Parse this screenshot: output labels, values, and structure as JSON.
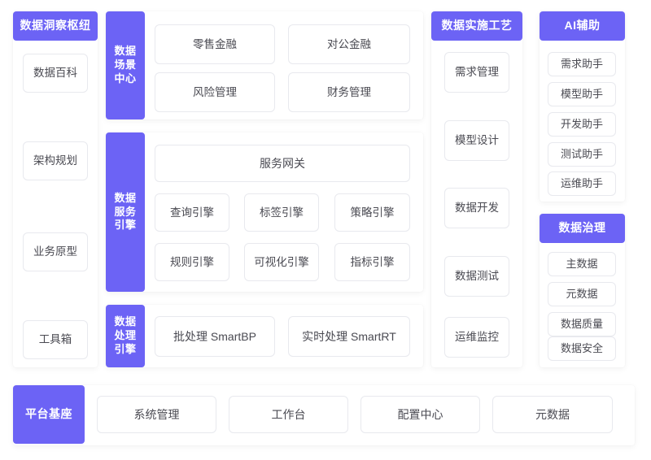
{
  "theme": {
    "accent": "#6c63f5",
    "card_bg": "#ffffff",
    "card_border": "#e8e9ee",
    "card_text": "#4a4a52",
    "page_bg": "#ffffff"
  },
  "sections": {
    "insight_hub": {
      "title": "数据洞察枢纽",
      "items": [
        {
          "label": "数据百科"
        },
        {
          "label": "架构规划"
        },
        {
          "label": "业务原型"
        },
        {
          "label": "工具箱"
        }
      ]
    },
    "scene_center": {
      "title": "数据场景中心",
      "items": [
        {
          "label": "零售金融"
        },
        {
          "label": "对公金融"
        },
        {
          "label": "风险管理"
        },
        {
          "label": "财务管理"
        }
      ]
    },
    "service_engine": {
      "title": "数据服务引擎",
      "gateway": "服务网关",
      "items": [
        {
          "label": "查询引擎"
        },
        {
          "label": "标签引擎"
        },
        {
          "label": "策略引擎"
        },
        {
          "label": "规则引擎"
        },
        {
          "label": "可视化引擎"
        },
        {
          "label": "指标引擎"
        }
      ]
    },
    "process_engine": {
      "title": "数据处理引擎",
      "items": [
        {
          "label": "批处理 SmartBP"
        },
        {
          "label": "实时处理 SmartRT"
        }
      ]
    },
    "implementation": {
      "title": "数据实施工艺",
      "items": [
        {
          "label": "需求管理"
        },
        {
          "label": "模型设计"
        },
        {
          "label": "数据开发"
        },
        {
          "label": "数据测试"
        },
        {
          "label": "运维监控"
        }
      ]
    },
    "ai_assist": {
      "title": "AI辅助",
      "items": [
        {
          "label": "需求助手"
        },
        {
          "label": "模型助手"
        },
        {
          "label": "开发助手"
        },
        {
          "label": "测试助手"
        },
        {
          "label": "运维助手"
        }
      ]
    },
    "governance": {
      "title": "数据治理",
      "items": [
        {
          "label": "主数据"
        },
        {
          "label": "元数据"
        },
        {
          "label": "数据质量"
        },
        {
          "label": "数据安全"
        }
      ]
    },
    "platform_base": {
      "title": "平台基座",
      "items": [
        {
          "label": "系统管理"
        },
        {
          "label": "工作台"
        },
        {
          "label": "配置中心"
        },
        {
          "label": "元数据"
        }
      ]
    }
  }
}
